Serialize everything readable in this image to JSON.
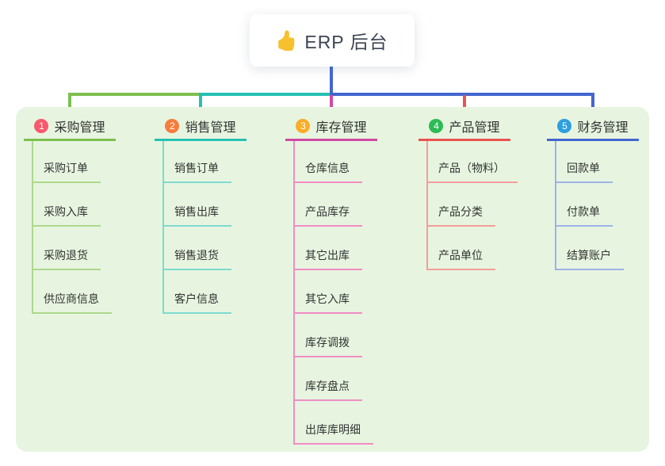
{
  "root": {
    "label": "ERP 后台",
    "icon": "thumbs-up-icon",
    "icon_color": "#f6c02e",
    "connector_color": "#4265d0"
  },
  "panel": {
    "background": "#e7f5e0"
  },
  "branches": [
    {
      "index": "1",
      "label": "采购管理",
      "badge_color": "#f85a6d",
      "line_color": "#7ebf4f",
      "child_line_color": "#aed88d",
      "children": [
        "采购订单",
        "采购入库",
        "采购退货",
        "供应商信息"
      ]
    },
    {
      "index": "2",
      "label": "销售管理",
      "badge_color": "#f77c3d",
      "line_color": "#25c1b1",
      "child_line_color": "#7edacf",
      "children": [
        "销售订单",
        "销售出库",
        "销售退货",
        "客户信息"
      ]
    },
    {
      "index": "3",
      "label": "库存管理",
      "badge_color": "#f9ad2a",
      "line_color": "#ce4aa3",
      "child_line_color": "#f08cc5",
      "children": [
        "仓库信息",
        "产品库存",
        "其它出库",
        "其它入库",
        "库存调拨",
        "库存盘点",
        "出库库明细"
      ]
    },
    {
      "index": "4",
      "label": "产品管理",
      "badge_color": "#2dbb55",
      "line_color": "#ea5350",
      "child_line_color": "#f29e9b",
      "children": [
        "产品（物料）",
        "产品分类",
        "产品单位"
      ]
    },
    {
      "index": "5",
      "label": "财务管理",
      "badge_color": "#2d9fdf",
      "line_color": "#4265d0",
      "child_line_color": "#9db3e8",
      "children": [
        "回款单",
        "付款单",
        "结算账户"
      ]
    }
  ]
}
